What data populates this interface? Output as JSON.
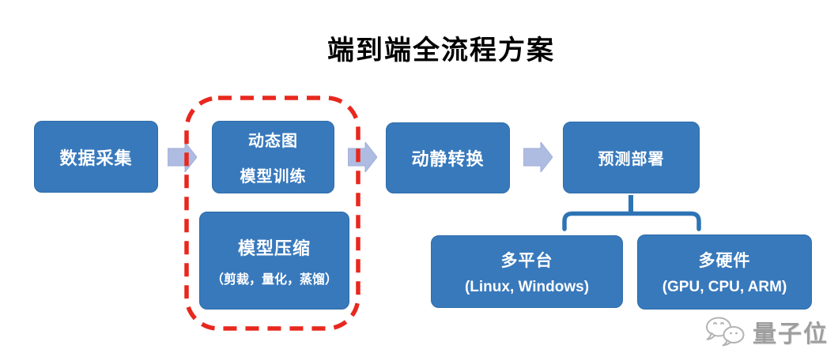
{
  "slide": {
    "title": "端到端全流程方案"
  },
  "flow": {
    "stages": [
      {
        "id": "data-collection",
        "label": "数据采集"
      },
      {
        "id": "dynamic-graph-training",
        "lines": [
          "动态图",
          "模型训练"
        ]
      },
      {
        "id": "dynamic-static-conversion",
        "label": "动静转换"
      },
      {
        "id": "inference-deployment",
        "label": "预测部署"
      }
    ],
    "compression": {
      "title": "模型压缩",
      "subtitle": "（剪裁，量化，蒸馏）"
    },
    "deploy_targets": [
      {
        "id": "multi-platform",
        "title": "多平台",
        "subtitle": "(Linux, Windows)"
      },
      {
        "id": "multi-hardware",
        "title": "多硬件",
        "subtitle": "(GPU, CPU, ARM)"
      }
    ]
  },
  "watermark": {
    "brand": "量子位",
    "icon": "chat-bubbles-icon"
  },
  "colors": {
    "title_text": "#000000",
    "box_fill": "#3879BC",
    "box_border": "#2E6CA8",
    "box_text": "#FFFFFF",
    "arrow_fill": "#AFBCE2",
    "arrow_border": "#9DACD8",
    "highlight_dash": "#E8281E",
    "bracket": "#2E74B5",
    "watermark_gray": "#9E9E9E"
  }
}
